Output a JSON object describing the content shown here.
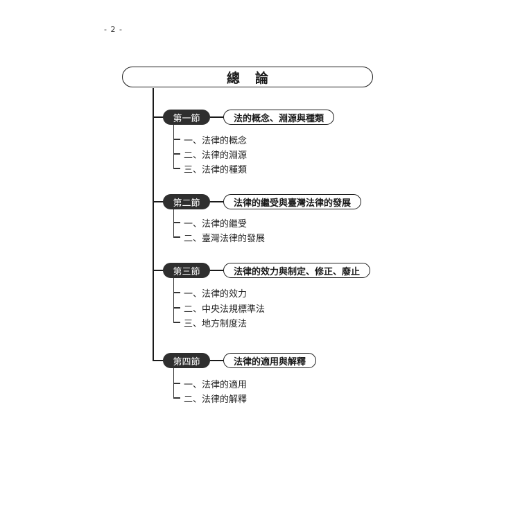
{
  "page": {
    "number": "- 2 -"
  },
  "chapter": {
    "title": "總論"
  },
  "sections": [
    {
      "badge": "第一節",
      "title": "法的概念、淵源與種類",
      "items": [
        "一、法律的概念",
        "二、法律的淵源",
        "三、法律的種類"
      ]
    },
    {
      "badge": "第二節",
      "title": "法律的繼受與臺灣法律的發展",
      "items": [
        "一、法律的繼受",
        "二、臺灣法律的發展"
      ]
    },
    {
      "badge": "第三節",
      "title": "法律的效力與制定、修正、廢止",
      "items": [
        "一、法律的效力",
        "二、中央法規標準法",
        "三、地方制度法"
      ]
    },
    {
      "badge": "第四節",
      "title": "法律的適用與解釋",
      "items": [
        "一、法律的適用",
        "二、法律的解釋"
      ]
    }
  ]
}
